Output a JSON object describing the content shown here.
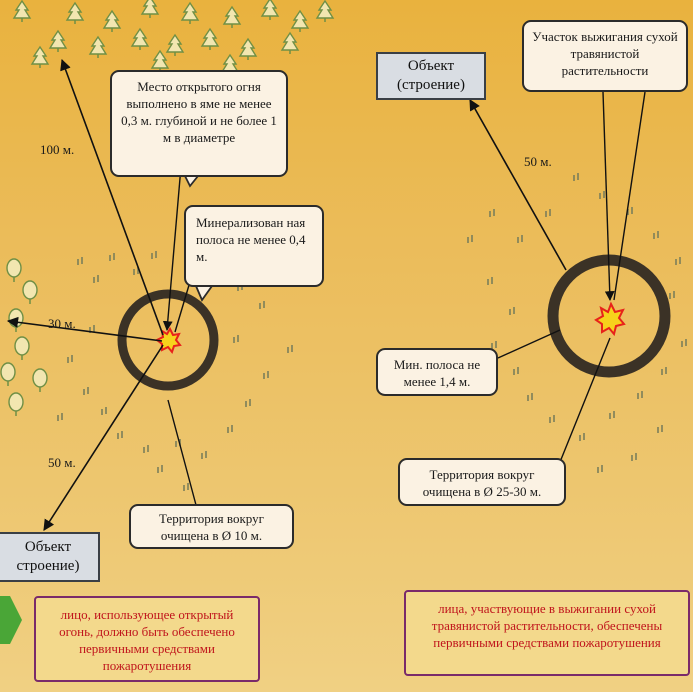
{
  "left": {
    "fire_place": "Место открытого огня выполнено в яме не менее 0,3 м. глубиной и не более 1 м в диаметре",
    "mineralized": "Минерализован ная полоса не менее 0,4 м.",
    "territory": "Территория вокруг очищена в Ø 10 м.",
    "dist_100": "100 м.",
    "dist_30": "30 м.",
    "dist_50": "50 м.",
    "object_line1": "Объект",
    "object_line2": "строение)",
    "note": "лицо, использующее открытый огонь, должно быть обеспечено первичными средствами пожаротушения"
  },
  "right": {
    "burning_area": "Участок выжигания сухой травянистой растительности",
    "object_line1": "Объект",
    "object_line2": "(строение)",
    "dist_50": "50 м.",
    "min_strip": "Мин. полоса не менее 1,4 м.",
    "territory": "Территория вокруг очищена в Ø 25-30 м.",
    "note": "лица, участвующие в выжигании сухой травянистой растительности, обеспечены первичными средствами пожаротушения"
  },
  "colors": {
    "ring": "#3b3226",
    "fire_outer": "#e8221a",
    "fire_inner": "#f7d21c",
    "note_text": "#c0151c",
    "note_border": "#7a2a6a",
    "tree": "#6f8f45",
    "grass": "#7b7f5a"
  },
  "icons": [
    "tree-icon",
    "grass-tuft-icon",
    "fire-icon",
    "green-arrow-icon"
  ]
}
